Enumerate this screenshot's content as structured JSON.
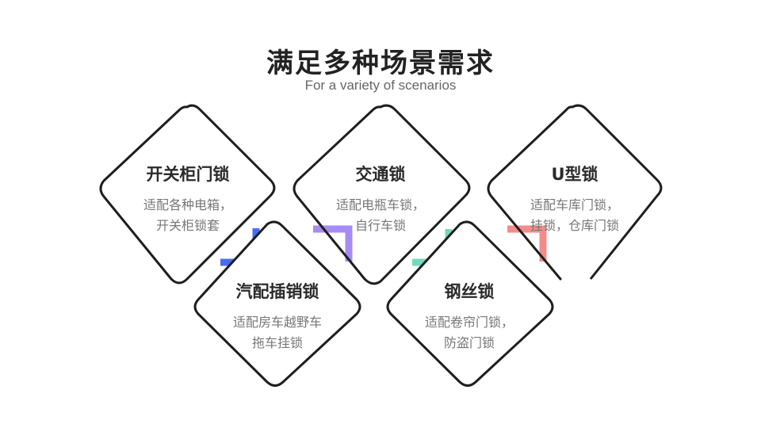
{
  "header": {
    "title": "满足多种场景需求",
    "subtitle": "For a variety of scenarios"
  },
  "cards": [
    {
      "title": "开关柜门锁",
      "desc": "适配各种电箱，开关柜锁套"
    },
    {
      "title": "汽配插销锁",
      "desc": "适配房车越野车拖车挂锁"
    },
    {
      "title": "交通锁",
      "desc": "适配电瓶车锁，自行车锁"
    },
    {
      "title": "钢丝锁",
      "desc": "适配卷帘门锁，防盗门锁"
    },
    {
      "title": "U型锁",
      "desc": "适配车库门锁，挂锁，仓库门锁"
    }
  ],
  "colors": {
    "connector_1": "#4b6cf0",
    "connector_2": "#a78bf5",
    "connector_3": "#72d9bf",
    "connector_4": "#f28c8c"
  }
}
